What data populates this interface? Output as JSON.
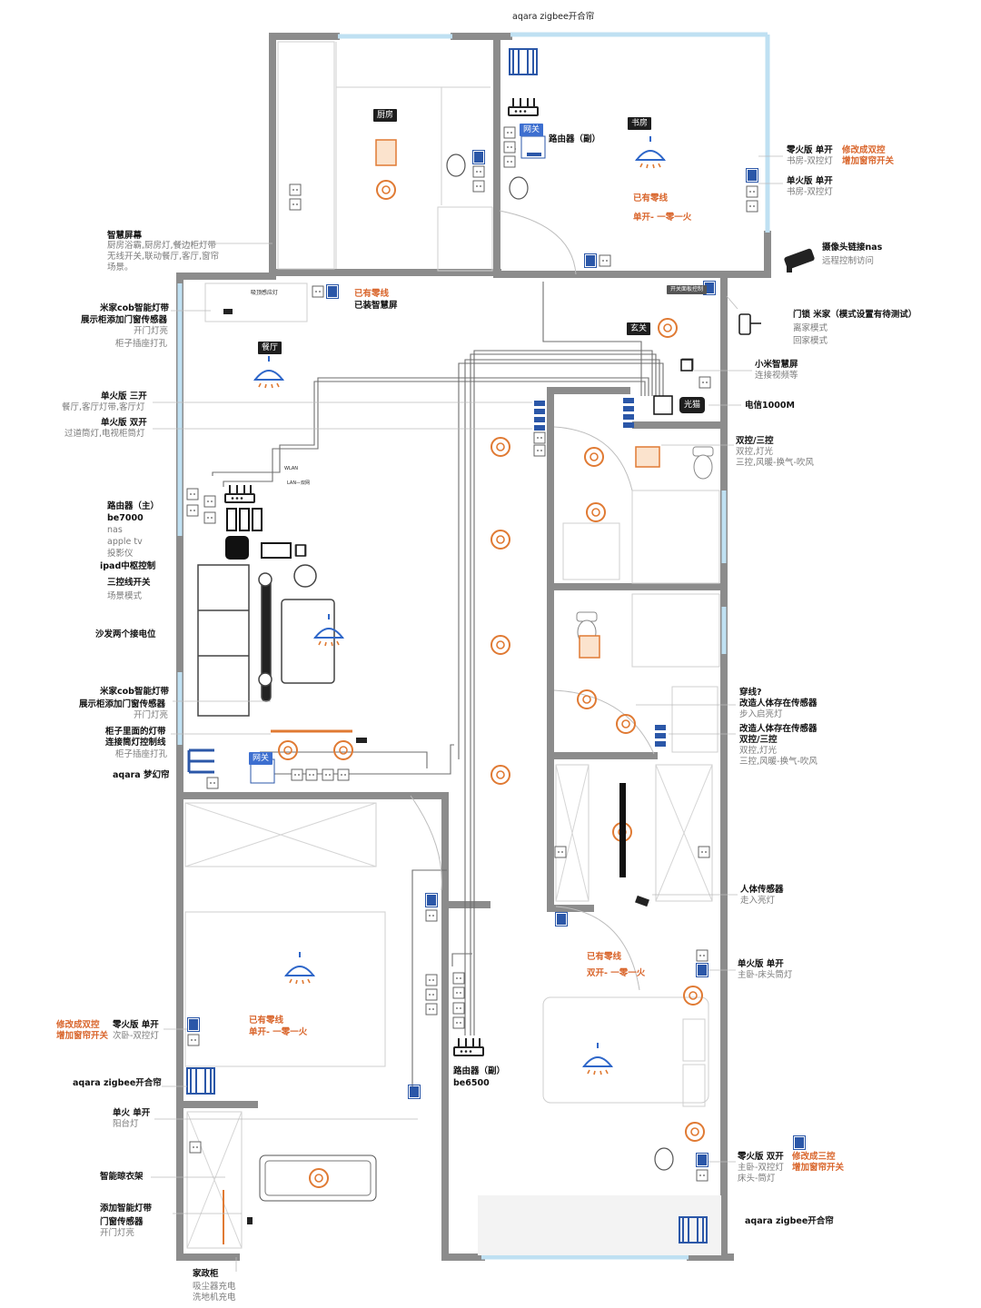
{
  "title": "aqara zigbee开合帘",
  "rooms": {
    "kitchen": "厨房",
    "study": "书房",
    "dining": "餐厅",
    "entrance": "玄关",
    "optical": "光猫"
  },
  "tags": {
    "gateway": "网关",
    "cabinet_light_tag": "吸顶感应灯",
    "entrance_cabinet_tag": "开关面板控制",
    "wlan": "WLAN",
    "lan": "LAN—双网"
  },
  "left_labels": {
    "smart_screen_title": "智慧屏幕",
    "smart_screen_lines": [
      "厨房浴霸,厨房灯,餐边柜灯带",
      "无线开关,联动餐厅,客厅,窗帘",
      "场景。"
    ],
    "cob_title": "米家cob智能灯带",
    "cob_line1": "展示柜添加门窗传感器",
    "cob_line2": "开门灯亮",
    "cob_line3": "柜子插座打孔",
    "single_fire_3": "单火版 三开",
    "single_fire_3_desc": "餐厅,客厅灯带,客厅灯",
    "single_fire_2": "单火版 双开",
    "single_fire_2_desc": "过道筒灯,电视柜筒灯",
    "router_main": "路由器（主）",
    "router_main_model": "be7000",
    "nas": "nas",
    "apple_tv": "apple tv",
    "projector": "投影仪",
    "ipad": "ipad中枢控制",
    "three_wire": "三控线开关",
    "scene": "场景模式",
    "sofa": "沙发两个接电位",
    "cob2_title": "米家cob智能灯带",
    "cob2_line1": "展示柜添加门窗传感器",
    "cob2_line2": "开门灯亮",
    "cabinet_title": "柜子里面的灯带",
    "cabinet_line1": "连接筒灯控制线",
    "cabinet_line2": "柜子插座打孔",
    "dream_curtain": "aqara 梦幻帘",
    "modify_double": "修改成双控",
    "add_curtain_switch": "增加窗帘开关",
    "zero_fire_single": "零火版 单开",
    "second_bed_light": "次卧-双控灯",
    "curtain_left": "aqara zigbee开合帘",
    "balcony_switch": "单火 单开",
    "balcony_light": "阳台灯",
    "drying_rack": "智能晾衣架",
    "add_light_strip": "添加智能灯带",
    "door_sensor": "门窗传感器",
    "door_light": "开门灯亮",
    "home_cabinet": "家政柜",
    "vacuum_charge": "吸尘器充电",
    "washer_charge": "洗地机充电"
  },
  "center_labels": {
    "has_neutral_dining": "已有零线",
    "installed_screen": "已装智慧屏",
    "router_sub": "路由器（副）",
    "has_neutral_study": "已有零线",
    "single_one_fire_study": "单开- 一零一火",
    "has_neutral_second": "已有零线",
    "single_one_fire_second": "单开- 一零一火",
    "router_sub2": "路由器（副）",
    "router_sub2_model": "be6500",
    "has_neutral_master": "已有零线",
    "double_one_fire_master": "双开- 一零一火"
  },
  "right_labels": {
    "zero_fire_single": "零火版 单开",
    "modify_double": "修改成双控",
    "study_double_light": "书房-双控灯",
    "add_curtain_switch": "增加窗帘开关",
    "single_fire_single": "单火版 单开",
    "study_double_light2": "书房-双控灯",
    "camera_nas": "摄像头链接nas",
    "remote_access": "远程控制访问",
    "lock_title": "门锁 米家（模式设置有待测试）",
    "leave_mode": "离家模式",
    "home_mode": "回家模式",
    "xiaomi_screen": "小米智慧屏",
    "video_link": "连接视频等",
    "telecom": "电信1000M",
    "dual_triple": "双控/三控",
    "dual_light": "双控,灯光",
    "triple_bath": "三控,风暖-换气-吹风",
    "wire": "穿线?",
    "body_sensor_modify": "改造人体存在传感器",
    "walk_in_light": "步入启亮灯",
    "body_sensor_modify2": "改造人体存在传感器",
    "dual_triple2": "双控/三控",
    "dual_light2": "双控,灯光",
    "triple_bath2": "三控,风暖-换气-吹风",
    "human_sensor": "人体传感器",
    "walk_light": "走入亮灯",
    "single_fire_master": "单火版 单开",
    "master_bed_bulb": "主卧-床头筒灯",
    "zero_fire_double": "零火版 双开",
    "modify_triple": "修改成三控",
    "master_double": "主卧-双控灯",
    "add_curtain_switch2": "增加窗帘开关",
    "bedside_light": "床头-筒灯",
    "curtain_right": "aqara zigbee开合帘"
  },
  "colors": {
    "wall": "#8c8c8c",
    "window": "#bfe0f2",
    "accent": "#d9652b",
    "switch": "#2b57a8",
    "line": "#6e6e6e"
  }
}
